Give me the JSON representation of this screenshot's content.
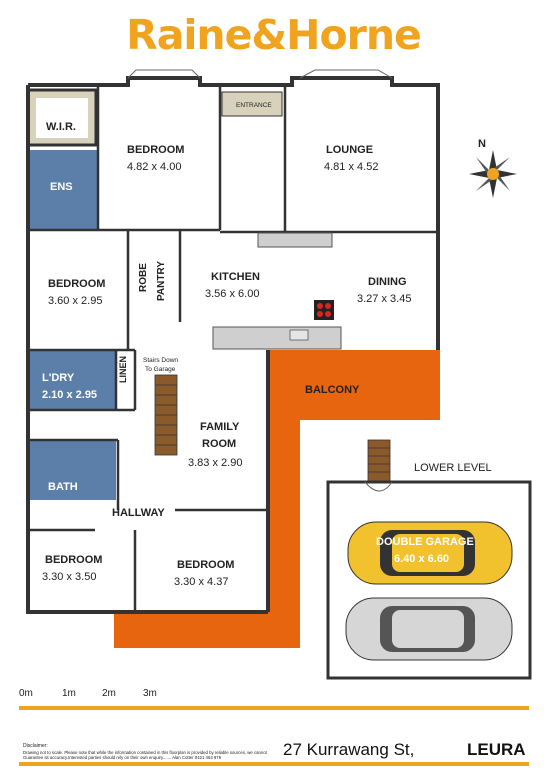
{
  "brand": {
    "logo_text": "Raine&Horne",
    "color": "#F0A31E"
  },
  "colors": {
    "balcony": "#E8650F",
    "bathroom_tile": "#5B7FA8",
    "wall": "#333333"
  },
  "rooms": {
    "wir": {
      "name": "W.I.R."
    },
    "ens": {
      "name": "ENS"
    },
    "bed1": {
      "name": "BEDROOM",
      "size": "4.82 x 4.00"
    },
    "entrance": {
      "name": "ENTRANCE"
    },
    "lounge": {
      "name": "LOUNGE",
      "size": "4.81 x 4.52"
    },
    "bed2": {
      "name": "BEDROOM",
      "size": "3.60 x 2.95"
    },
    "robe": {
      "name": "ROBE"
    },
    "pantry": {
      "name": "PANTRY"
    },
    "kitchen": {
      "name": "KITCHEN",
      "size": "3.56 x 6.00"
    },
    "dining": {
      "name": "DINING",
      "size": "3.27 x 3.45"
    },
    "ldry": {
      "name": "L'DRY",
      "size": "2.10 x 2.95"
    },
    "linen": {
      "name": "LINEN"
    },
    "stairs_note": {
      "line1": "Stairs Down",
      "line2": "To Garage"
    },
    "balcony": {
      "name": "BALCONY"
    },
    "family": {
      "name1": "FAMILY",
      "name2": "ROOM",
      "size": "3.83 x 2.90"
    },
    "bath": {
      "name": "BATH"
    },
    "hallway": {
      "name": "HALLWAY"
    },
    "bed3": {
      "name": "BEDROOM",
      "size": "3.30 x 3.50"
    },
    "bed4": {
      "name": "BEDROOM",
      "size": "3.30 x 4.37"
    },
    "lower_level": {
      "name": "LOWER LEVEL"
    },
    "garage": {
      "name": "DOUBLE GARAGE",
      "size": "6.40 x 6.60"
    }
  },
  "compass": {
    "label": "N"
  },
  "scale": {
    "labels": [
      "0m",
      "1m",
      "2m",
      "3m"
    ]
  },
  "footer": {
    "disclaimer_title": "Disclaimer:",
    "disclaimer_text": "Drawing not to scale. Please note that while the information contained in this floorplan is provided by reliable sources, we cannot Guarantee its accuracy.Interested parties should rely on their own enquiry....... Alan Cotter 0421 464 976",
    "address": "27 Kurrawang St,",
    "suburb": "LEURA"
  }
}
